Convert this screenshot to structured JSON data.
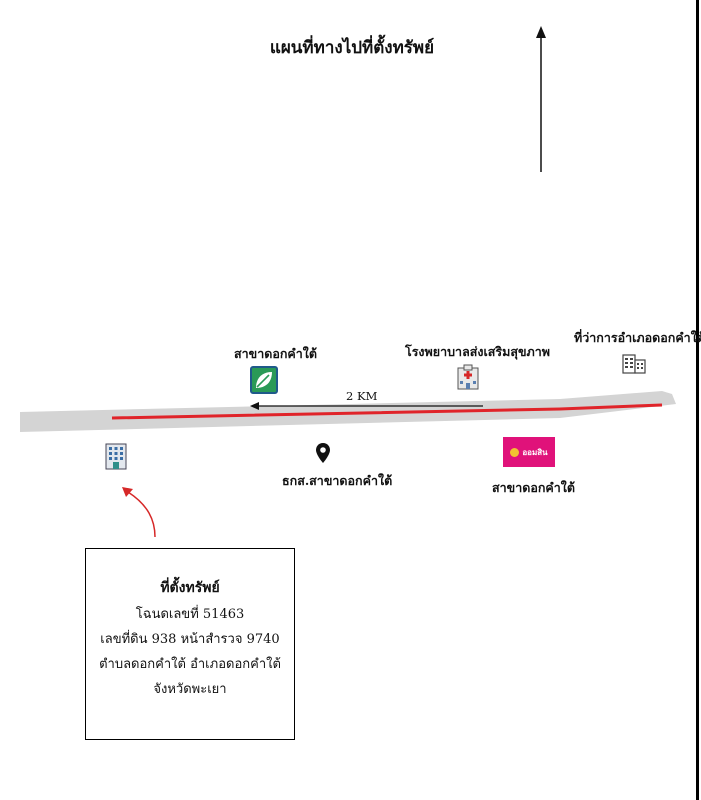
{
  "title": "แผนที่ทางไปที่ตั้งทรัพย์",
  "distance": "2 KM",
  "landmarks": {
    "baac_branch": "สาขาดอกคำใต้",
    "hospital": "โรงพยาบาลส่งเสริมสุขภาพ",
    "district_office": "ที่ว่าการอำเภอดอกคำใต้",
    "baac_location": "ธกส.สาขาดอกคำใต้",
    "gsb_branch": "สาขาดอกคำใต้",
    "gsb_logo_text": "ออมสิน"
  },
  "property": {
    "heading": "ที่ตั้งทรัพย์",
    "deed": "โฉนดเลขที่ 51463",
    "land_no": "เลขที่ดิน 938 หน้าสำรวจ 9740",
    "subdistrict": "ตำบลดอกคำใต้ อำเภอดอกคำใต้",
    "province": "จังหวัดพะเยา"
  },
  "colors": {
    "road": "#d4d4d4",
    "route": "#e0242a",
    "baac_green": "#2a9a57",
    "gsb_pink": "#e0127a",
    "pointer": "#d62828"
  },
  "icons": [
    "north-arrow-icon",
    "baac-logo-icon",
    "hospital-icon",
    "office-building-icon",
    "location-pin-icon",
    "gsb-logo-icon",
    "property-building-icon"
  ]
}
